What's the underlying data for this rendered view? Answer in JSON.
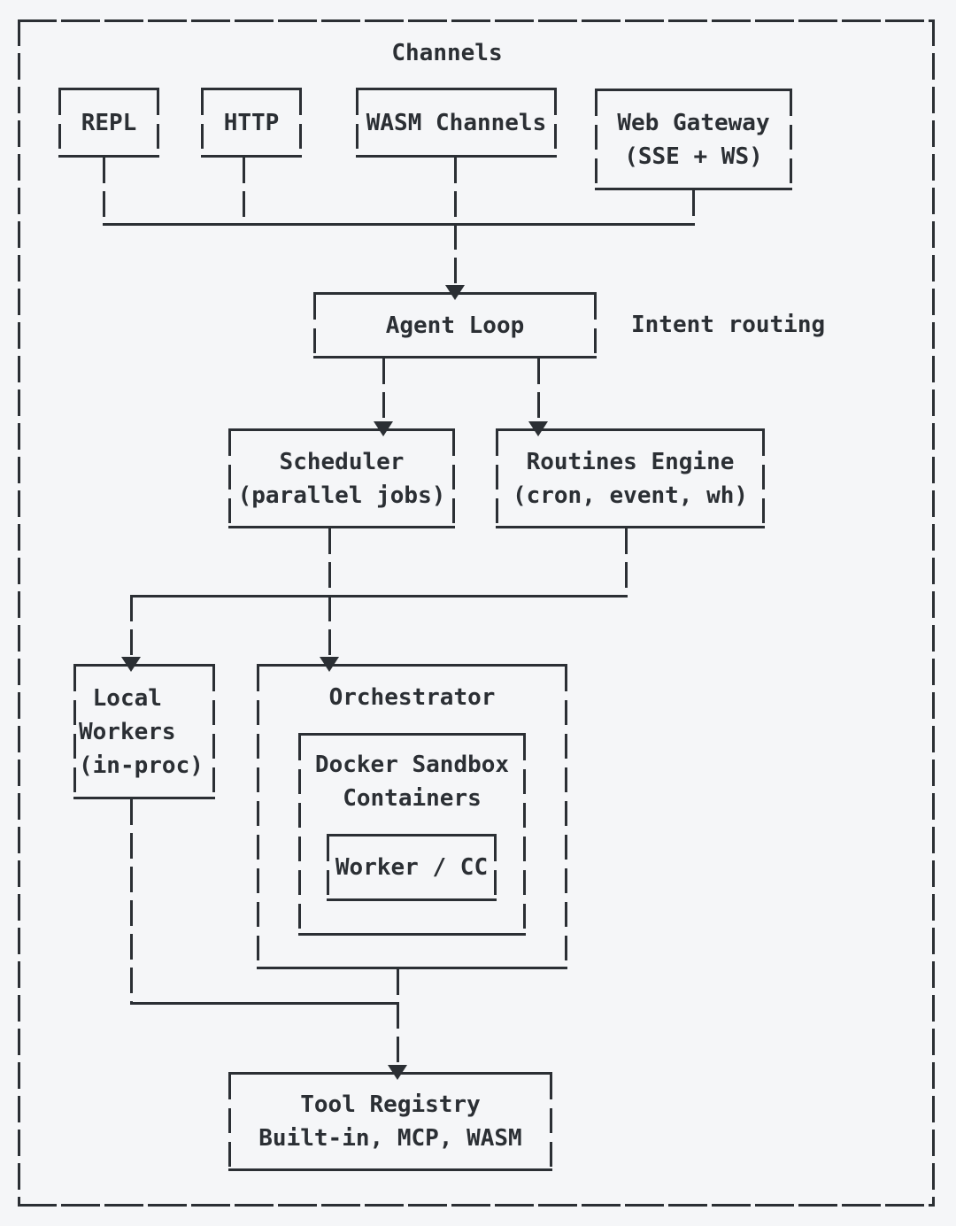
{
  "title": "Channels",
  "annotations": {
    "intent_routing": "Intent routing"
  },
  "nodes": {
    "repl": {
      "label": "REPL"
    },
    "http": {
      "label": "HTTP"
    },
    "wasm_channels": {
      "label": "WASM Channels"
    },
    "web_gateway": {
      "line1": "Web Gateway",
      "line2": "(SSE + WS)"
    },
    "agent_loop": {
      "label": "Agent Loop"
    },
    "scheduler": {
      "line1": "Scheduler",
      "line2": "(parallel jobs)"
    },
    "routines_engine": {
      "line1": "Routines Engine",
      "line2": "(cron, event, wh)"
    },
    "local_workers": {
      "line1": " Local",
      "line2": "Workers",
      "line3": "(in-proc)"
    },
    "orchestrator": {
      "label": "Orchestrator"
    },
    "docker_sandbox": {
      "line1": "Docker Sandbox",
      "line2": "Containers"
    },
    "worker_cc": {
      "label": "Worker / CC"
    },
    "tool_registry": {
      "line1": "Tool Registry",
      "line2": "Built-in, MCP, WASM"
    }
  },
  "colors": {
    "background": "#f5f6f8",
    "ink": "#2b2f34"
  }
}
